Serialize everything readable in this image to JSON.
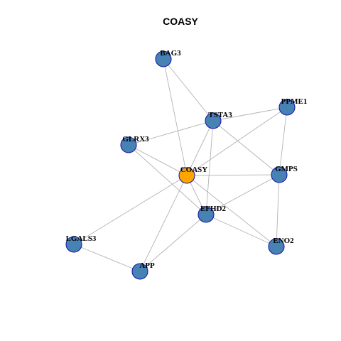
{
  "title": "COASY",
  "colors": {
    "center_node_fill": "#FFA500",
    "node_fill": "#4682B4",
    "node_stroke": "#1A1AA6",
    "edge": "#B3B3B3"
  },
  "nodes": [
    {
      "id": "COASY",
      "label": "COASY",
      "center": true
    },
    {
      "id": "BAG3",
      "label": "BAG3",
      "center": false
    },
    {
      "id": "TSTA3",
      "label": "TSTA3",
      "center": false
    },
    {
      "id": "PPME1",
      "label": "PPME1",
      "center": false
    },
    {
      "id": "GLRX3",
      "label": "GLRX3",
      "center": false
    },
    {
      "id": "GMPS",
      "label": "GMPS",
      "center": false
    },
    {
      "id": "EFHD2",
      "label": "EFHD2",
      "center": false
    },
    {
      "id": "LGALS3",
      "label": "LGALS3",
      "center": false
    },
    {
      "id": "ENO2",
      "label": "ENO2",
      "center": false
    },
    {
      "id": "APP",
      "label": "APP",
      "center": false
    }
  ],
  "edges": [
    [
      "BAG3",
      "TSTA3"
    ],
    [
      "BAG3",
      "COASY"
    ],
    [
      "TSTA3",
      "PPME1"
    ],
    [
      "TSTA3",
      "GLRX3"
    ],
    [
      "TSTA3",
      "COASY"
    ],
    [
      "TSTA3",
      "GMPS"
    ],
    [
      "TSTA3",
      "EFHD2"
    ],
    [
      "PPME1",
      "COASY"
    ],
    [
      "PPME1",
      "GMPS"
    ],
    [
      "GLRX3",
      "COASY"
    ],
    [
      "GLRX3",
      "EFHD2"
    ],
    [
      "COASY",
      "GMPS"
    ],
    [
      "COASY",
      "EFHD2"
    ],
    [
      "COASY",
      "LGALS3"
    ],
    [
      "COASY",
      "APP"
    ],
    [
      "COASY",
      "ENO2"
    ],
    [
      "GMPS",
      "EFHD2"
    ],
    [
      "GMPS",
      "ENO2"
    ],
    [
      "EFHD2",
      "ENO2"
    ],
    [
      "EFHD2",
      "APP"
    ],
    [
      "LGALS3",
      "APP"
    ]
  ]
}
